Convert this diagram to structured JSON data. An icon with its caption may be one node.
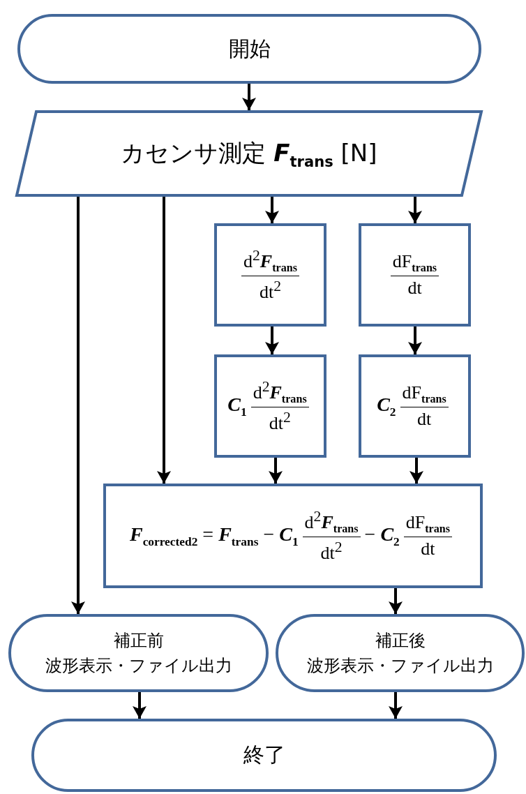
{
  "diagram": {
    "nodes": [
      {
        "text": [
          "開始"
        ]
      },
      {
        "text": [
          "カセンサ測定 *F*$_{trans}$ [N]"
        ]
      },
      {
        "text": [
          "d$^{2}$*F*$_{trans}$",
          "dt$^{2}$"
        ]
      },
      {
        "text": [
          "dF$_{trans}$",
          "dt"
        ]
      },
      {
        "text": [
          "*C*$_{1}$",
          "d$^{2}$*F*$_{trans}$",
          "dt$^{2}$"
        ]
      },
      {
        "text": [
          "*C*$_{2}$",
          "dF$_{trans}$",
          "dt"
        ]
      },
      {
        "text": [
          "*F*$_{corrected2}$ = *F*$_{trans}$ − *C*$_{1}$",
          "d$^{2}$*F*$_{trans}$",
          "dt$^{2}$",
          "− *C*$_{2}$",
          "dF$_{trans}$",
          "dt"
        ]
      },
      {
        "text": [
          "補正前",
          "波形表示・ファイル出力"
        ]
      },
      {
        "text": [
          "補正後",
          "波形表示・ファイル出力"
        ]
      },
      {
        "text": [
          "終了"
        ]
      }
    ],
    "edges": [
      {
        "from": 0,
        "to": 1,
        "arrow": "to"
      },
      {
        "from": 1,
        "to": 7,
        "arrow": "to"
      },
      {
        "from": 1,
        "to": 6,
        "arrow": "to"
      },
      {
        "from": 1,
        "to": 2,
        "arrow": "to"
      },
      {
        "from": 1,
        "to": 3,
        "arrow": "to"
      },
      {
        "from": 2,
        "to": 4,
        "arrow": "to"
      },
      {
        "from": 3,
        "to": 5,
        "arrow": "to"
      },
      {
        "from": 4,
        "to": 6,
        "arrow": "to"
      },
      {
        "from": 5,
        "to": 6,
        "arrow": "to"
      },
      {
        "from": 6,
        "to": 8,
        "arrow": "to"
      },
      {
        "from": 7,
        "to": 9,
        "arrow": "to"
      },
      {
        "from": 8,
        "to": 9,
        "arrow": "to"
      }
    ]
  }
}
